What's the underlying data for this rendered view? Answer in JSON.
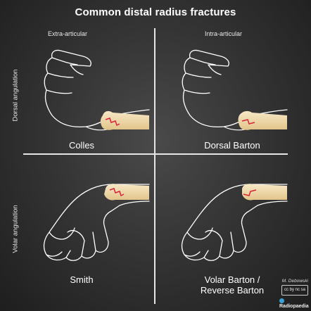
{
  "title": "Common distal radius fractures",
  "columns": [
    "Extra-articular",
    "Intra-articular"
  ],
  "rows": [
    "Dorsal angulation",
    "Volar angulation"
  ],
  "panels": [
    {
      "label": "Colles"
    },
    {
      "label": "Dorsal Barton"
    },
    {
      "label": "Smith"
    },
    {
      "label_line1": "Volar Barton /",
      "label_line2": "Reverse Barton"
    }
  ],
  "credit": "M. Debowski",
  "license": "cc by nc sa",
  "logo": "Radiopaedia",
  "colors": {
    "bone": "#f1ddb0",
    "fracture": "#d9213a",
    "outline": "#ffffff"
  },
  "icons": [
    "hand-icon",
    "bone-icon",
    "fracture-line-icon",
    "cc-license-icon",
    "radiopaedia-logo-icon"
  ]
}
